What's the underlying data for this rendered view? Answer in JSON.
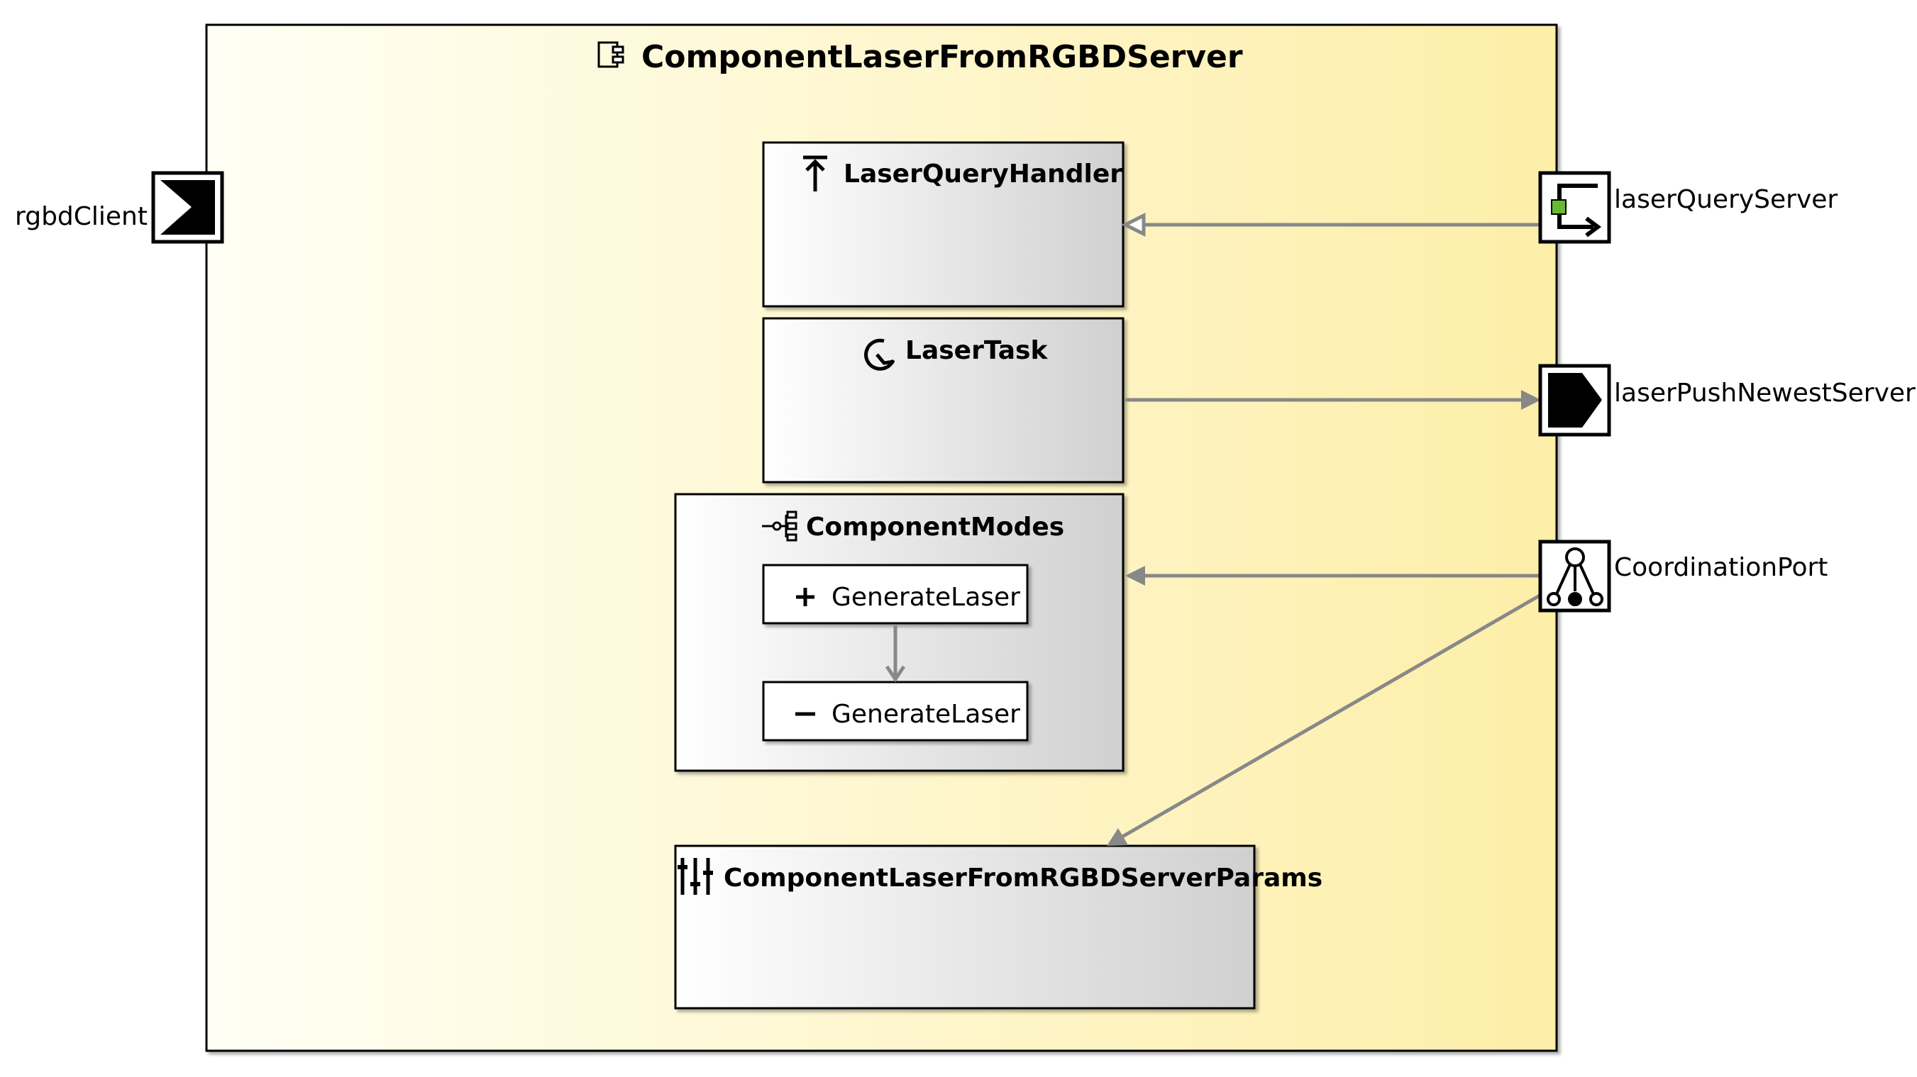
{
  "component": {
    "name": "ComponentLaserFromRGBDServer",
    "icon": "component-icon"
  },
  "blocks": {
    "query_handler": {
      "name": "LaserQueryHandler",
      "icon": "upload-arrow-icon"
    },
    "task": {
      "name": "LaserTask",
      "icon": "refresh-cycle-icon"
    },
    "modes": {
      "name": "ComponentModes",
      "icon": "state-tree-icon",
      "items": [
        {
          "symbol": "+",
          "label": "GenerateLaser",
          "icon": "plus-icon"
        },
        {
          "symbol": "−",
          "label": "GenerateLaser",
          "icon": "minus-icon"
        }
      ]
    },
    "params": {
      "name": "ComponentLaserFromRGBDServerParams",
      "icon": "sliders-icon"
    }
  },
  "ports": {
    "rgbd_client": {
      "label": "rgbdClient",
      "icon": "push-client-port-icon"
    },
    "laser_query_server": {
      "label": "laserQueryServer",
      "icon": "query-server-port-icon"
    },
    "laser_push_newest_server": {
      "label": "laserPushNewestServer",
      "icon": "push-server-port-icon"
    },
    "coordination_port": {
      "label": "CoordinationPort",
      "icon": "coordination-port-icon"
    }
  },
  "colors": {
    "component_gradient_start": "#fffff5",
    "component_gradient_end": "#fdeea8",
    "block_gradient_start": "#ffffff",
    "block_gradient_end": "#d0d0d0",
    "connector": "#888888",
    "port_square": "#66bb33"
  }
}
